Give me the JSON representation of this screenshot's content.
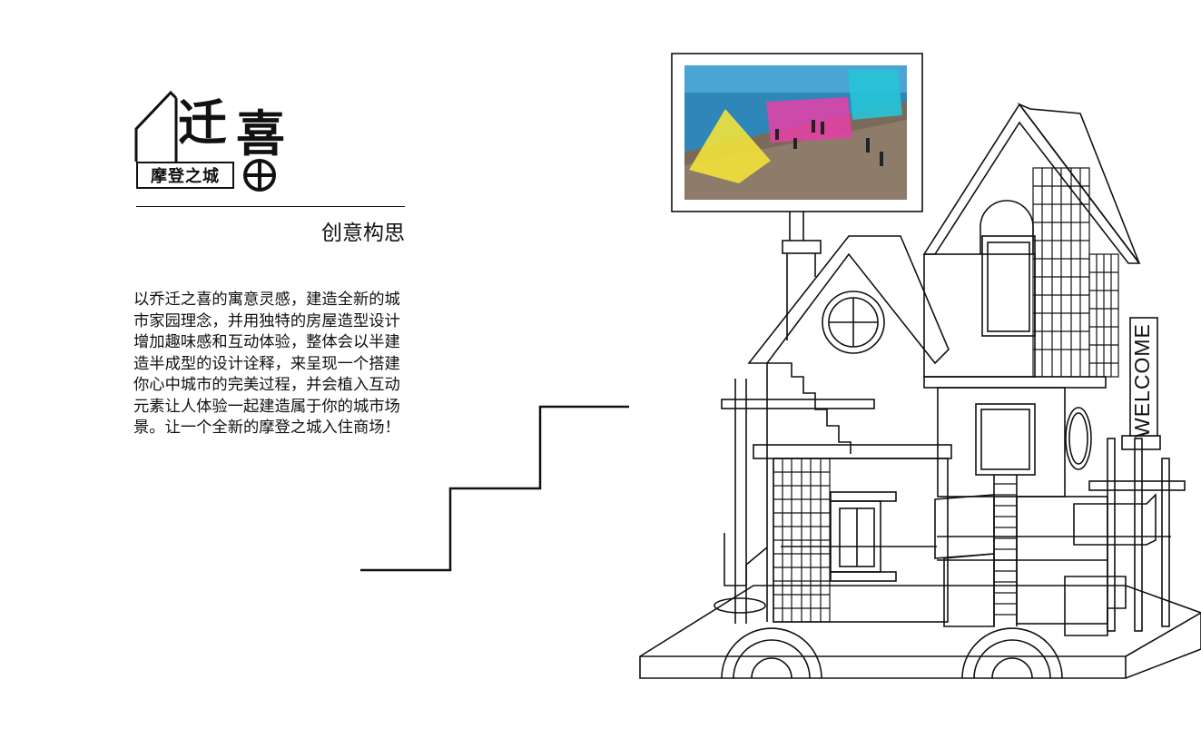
{
  "logo": {
    "main_char_1": "迁",
    "main_char_2": "喜",
    "sub_text": "摩登之城"
  },
  "section": {
    "title": "创意构思"
  },
  "description": "以乔迁之喜的寓意灵感，建造全新的城市家园理念，并用独特的房屋造型设计增加趣味感和互动体验，整体会以半建造半成型的设计诠释，来呈现一个搭建你心中城市的完美过程，并会植入互动元素让人体验一起建造属于你的城市场景。让一个全新的摩登之城入住商场！",
  "house": {
    "sign_text": "WELCOME"
  },
  "colors": {
    "line": "#111111",
    "sea": "#2f86b8",
    "yellow_install": "#f2e23a",
    "pink_install": "#e83fa6",
    "cyan_install": "#27c4d6",
    "deck": "#7a6a5a"
  }
}
